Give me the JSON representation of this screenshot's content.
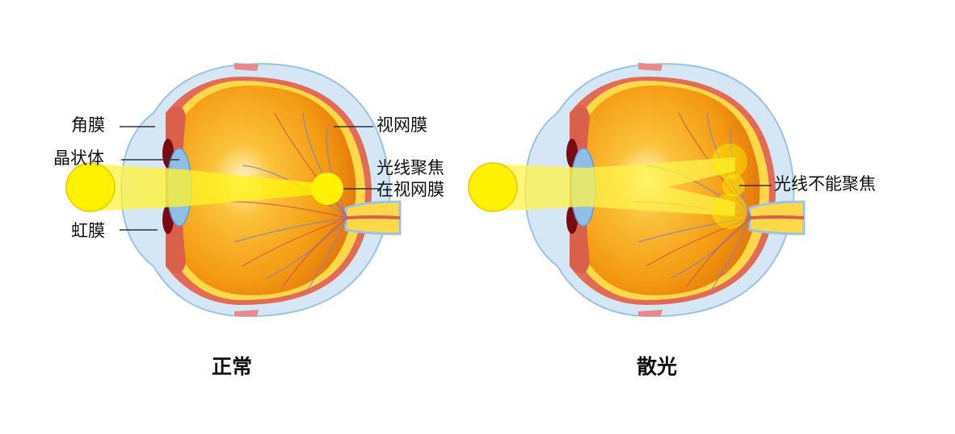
{
  "normal": {
    "caption": "正常",
    "labels": {
      "cornea": "角膜",
      "lens": "晶状体",
      "iris": "虹膜",
      "retina": "视网膜",
      "focus_line1": "光线聚焦",
      "focus_line2": "在视网膜"
    }
  },
  "astigmatism": {
    "caption": "散光",
    "labels": {
      "no_focus": "光线不能聚焦"
    }
  },
  "colors": {
    "eyeball": "#f39a12",
    "light": "#fff200",
    "sclera": "#cfe3f3"
  }
}
